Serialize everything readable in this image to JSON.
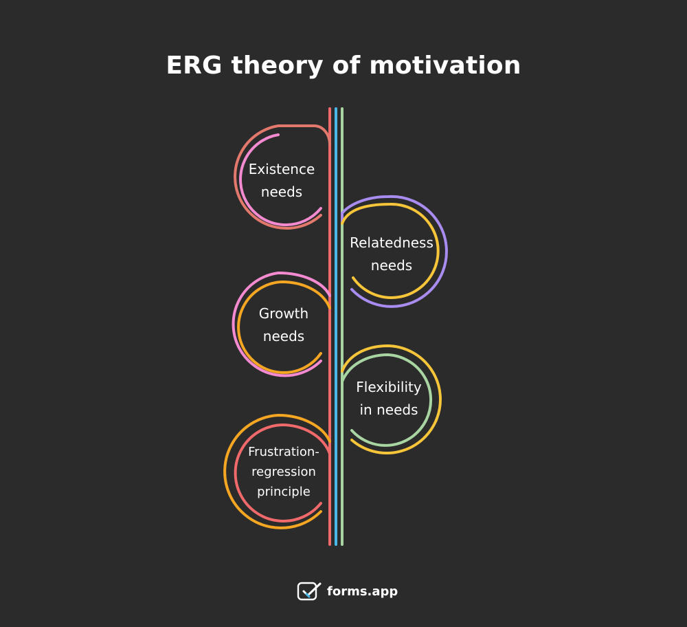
{
  "title": "ERG theory of motivation",
  "nodes": [
    {
      "label": "Existence\nneeds",
      "side": "left",
      "outer_color": "#e3786c",
      "inner_color": "#f48bd1"
    },
    {
      "label": "Relatedness\nneeds",
      "side": "right",
      "outer_color": "#a88cf0",
      "inner_color": "#f7c53a"
    },
    {
      "label": "Growth\nneeds",
      "side": "left",
      "outer_color": "#f48bd1",
      "inner_color": "#f5a623"
    },
    {
      "label": "Flexibility\nin needs",
      "side": "right",
      "outer_color": "#f7c53a",
      "inner_color": "#a8d5a2"
    },
    {
      "label": "Frustration-\nregression\nprinciple",
      "side": "left",
      "outer_color": "#f5a623",
      "inner_color": "#f0696b"
    }
  ],
  "spine_colors": [
    "#f0696b",
    "#49b8e9",
    "#a8d5a2"
  ],
  "brand": {
    "name": "forms.app",
    "icon": "forms-app-logo-icon"
  }
}
